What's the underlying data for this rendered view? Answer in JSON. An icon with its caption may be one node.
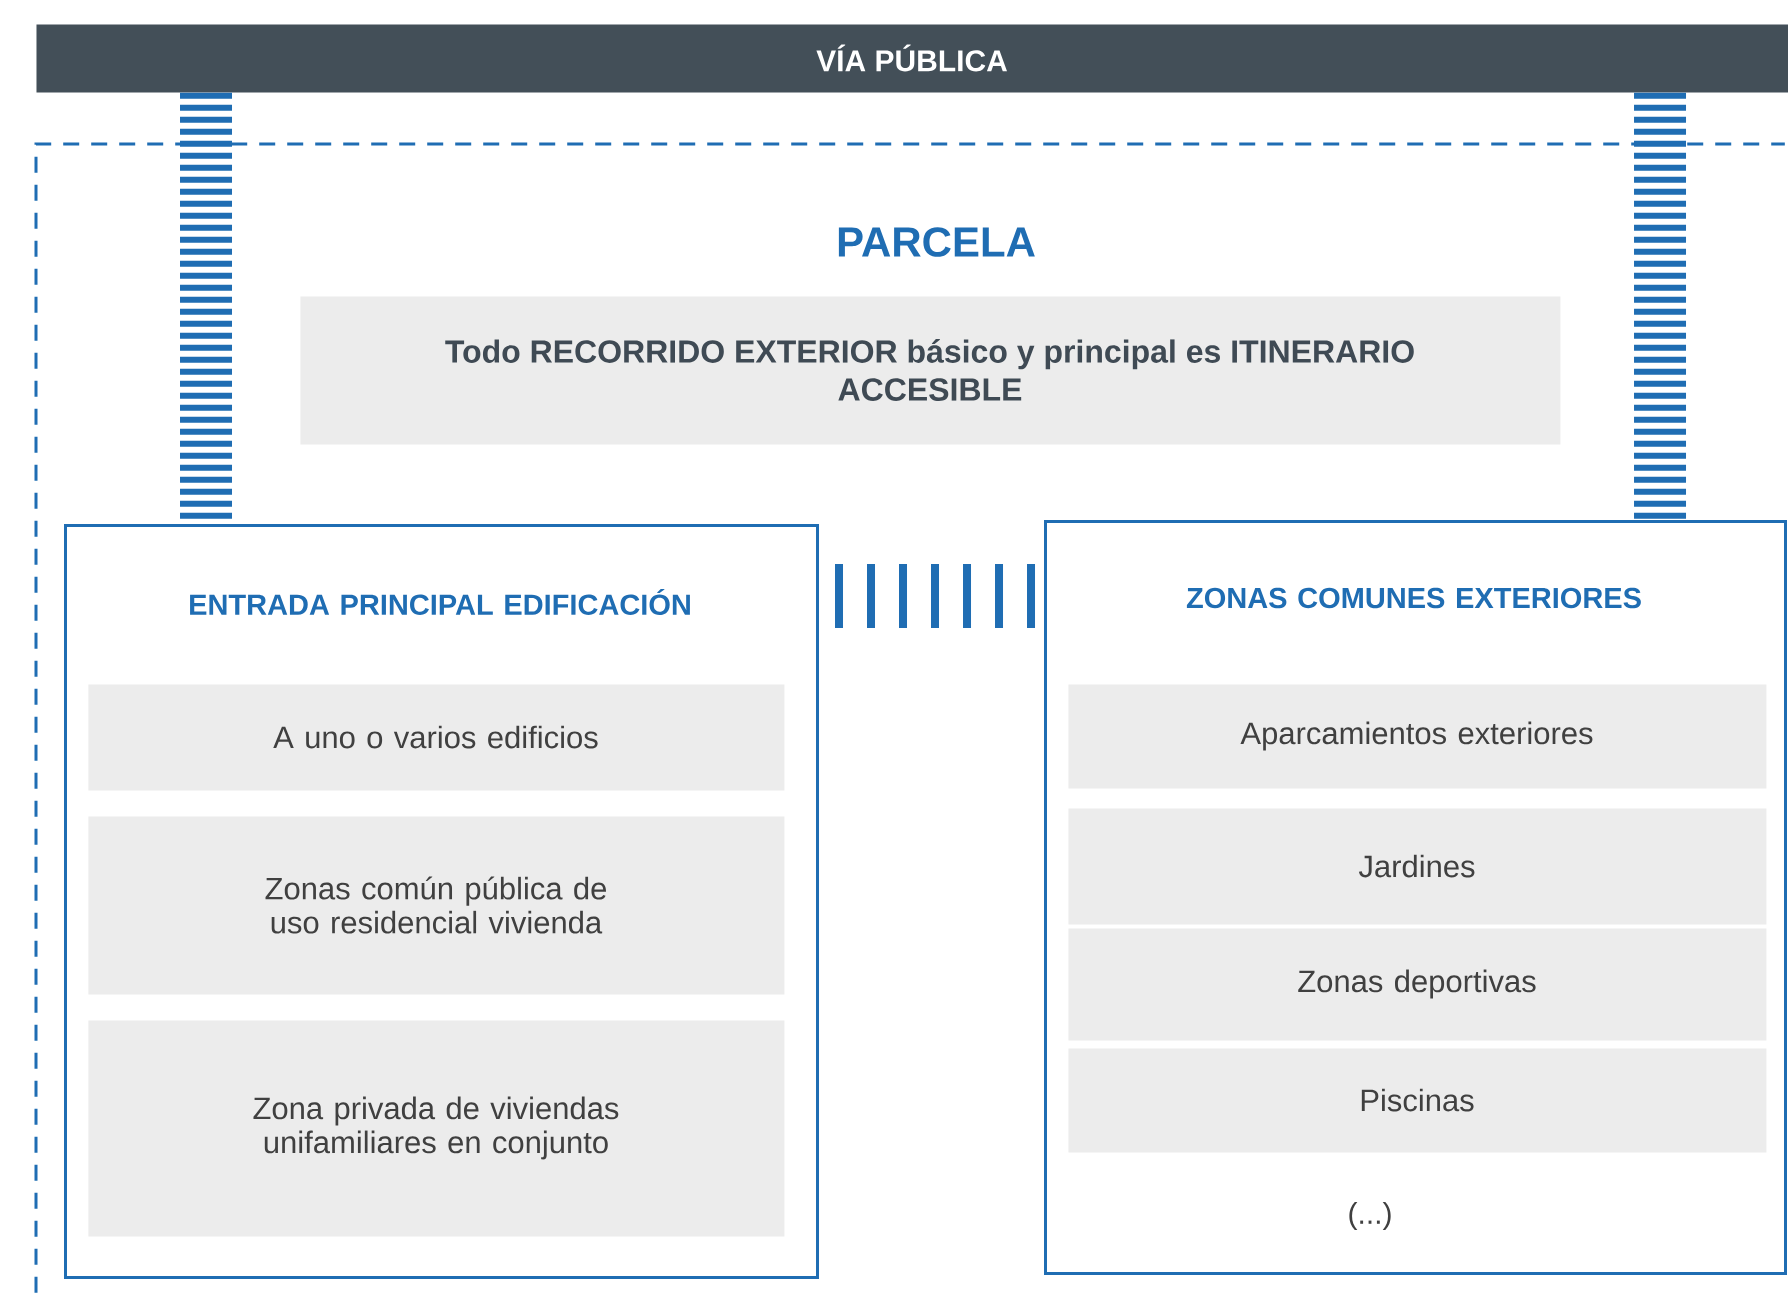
{
  "diagram": {
    "nodes": [
      {
        "text": [
          "VÍA PÚBLICA"
        ]
      },
      {
        "text": [
          "PARCELA"
        ]
      },
      {
        "text": [
          "Todo RECORRIDO EXTERIOR básico y principal es ITINERARIO ACCESIBLE"
        ],
        "in": 1
      },
      {
        "text": [
          "ENTRADA PRINCIPAL EDIFICACIÓN"
        ],
        "in": 1
      },
      {
        "text": [
          "A uno o varios edificios"
        ],
        "in": 3
      },
      {
        "text": [
          "Zonas común pública de uso residencial vivienda"
        ],
        "in": 3
      },
      {
        "text": [
          "Zona privada de viviendas unifamiliares en conjunto"
        ],
        "in": 3
      },
      {
        "text": [
          "ZONAS COMUNES EXTERIORES",
          "(...)"
        ],
        "in": 1
      },
      {
        "text": [
          "Aparcamientos exteriores"
        ],
        "in": 7
      },
      {
        "text": [
          "Jardines"
        ],
        "in": 7
      },
      {
        "text": [
          "Zonas deportivas"
        ],
        "in": 7
      },
      {
        "text": [
          "Piscinas"
        ],
        "in": 7
      }
    ],
    "edges": [
      {
        "from": 0,
        "to": 3,
        "arrow": "none"
      },
      {
        "from": 0,
        "to": 7,
        "arrow": "none"
      },
      {
        "from": 3,
        "to": 7,
        "arrow": "none"
      }
    ]
  }
}
